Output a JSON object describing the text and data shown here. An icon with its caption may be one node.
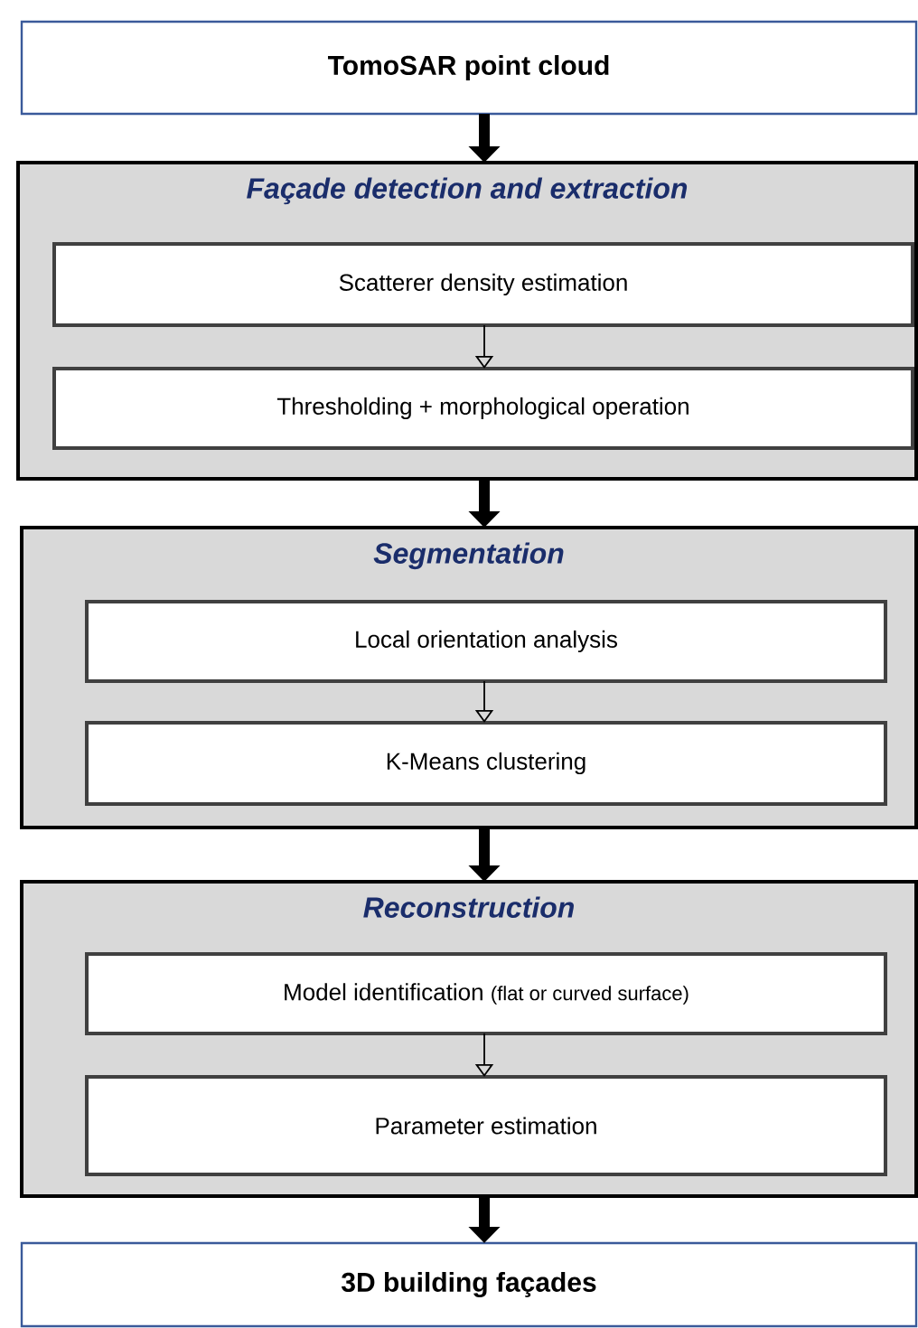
{
  "diagram": {
    "nodes": [
      {
        "text": [
          "TomoSAR point cloud"
        ]
      },
      {
        "text": [
          "Façade detection and extraction"
        ]
      },
      {
        "text": [
          "Scatterer density estimation"
        ],
        "in": 1
      },
      {
        "text": [
          "Thresholding + morphological operation"
        ],
        "in": 1
      },
      {
        "text": [
          "Segmentation"
        ]
      },
      {
        "text": [
          "Local orientation analysis"
        ],
        "in": 4
      },
      {
        "text": [
          "K-Means clustering"
        ],
        "in": 4
      },
      {
        "text": [
          "Reconstruction"
        ]
      },
      {
        "text": [
          "Model identification",
          "(flat or curved surface)"
        ],
        "in": 7
      },
      {
        "text": [
          "Parameter estimation"
        ],
        "in": 7
      },
      {
        "text": [
          "3D building façades"
        ]
      }
    ],
    "edges": [
      {
        "from": 0,
        "to": 1,
        "arrow": "to"
      },
      {
        "from": 2,
        "to": 3,
        "arrow": "to"
      },
      {
        "from": 1,
        "to": 4,
        "arrow": "to"
      },
      {
        "from": 5,
        "to": 6,
        "arrow": "to"
      },
      {
        "from": 4,
        "to": 7,
        "arrow": "to"
      },
      {
        "from": 8,
        "to": 9,
        "arrow": "to"
      },
      {
        "from": 7,
        "to": 10,
        "arrow": "to"
      }
    ]
  }
}
